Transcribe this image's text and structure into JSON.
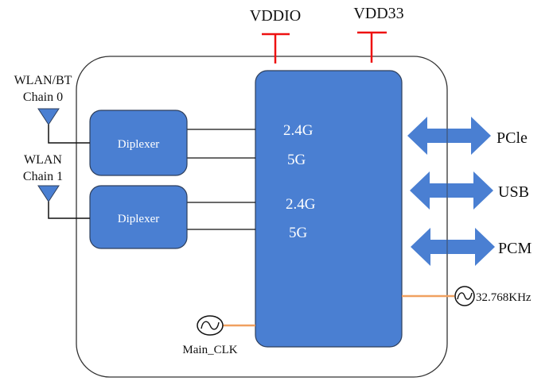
{
  "colors": {
    "block_fill": "#4a7fd2",
    "block_stroke": "#2e3f5c",
    "power": "#ee1111",
    "clock_line": "#f0a060",
    "wire": "#111111"
  },
  "power": [
    {
      "label": "VDDIO"
    },
    {
      "label": "VDD33"
    }
  ],
  "antennas": [
    {
      "label_line1": "WLAN/BT",
      "label_line2": "Chain 0"
    },
    {
      "label_line1": "WLAN",
      "label_line2": "Chain 1"
    }
  ],
  "diplexers": [
    {
      "label": "Diplexer"
    },
    {
      "label": "Diplexer"
    }
  ],
  "chip": {
    "ports": [
      {
        "label": "2.4G"
      },
      {
        "label": "5G"
      },
      {
        "label": "2.4G"
      },
      {
        "label": "5G"
      }
    ]
  },
  "interfaces": [
    {
      "label": "PCle"
    },
    {
      "label": "USB"
    },
    {
      "label": "PCM"
    }
  ],
  "clocks": {
    "main": {
      "label": "Main_CLK"
    },
    "rtc": {
      "label": "32.768KHz"
    }
  }
}
